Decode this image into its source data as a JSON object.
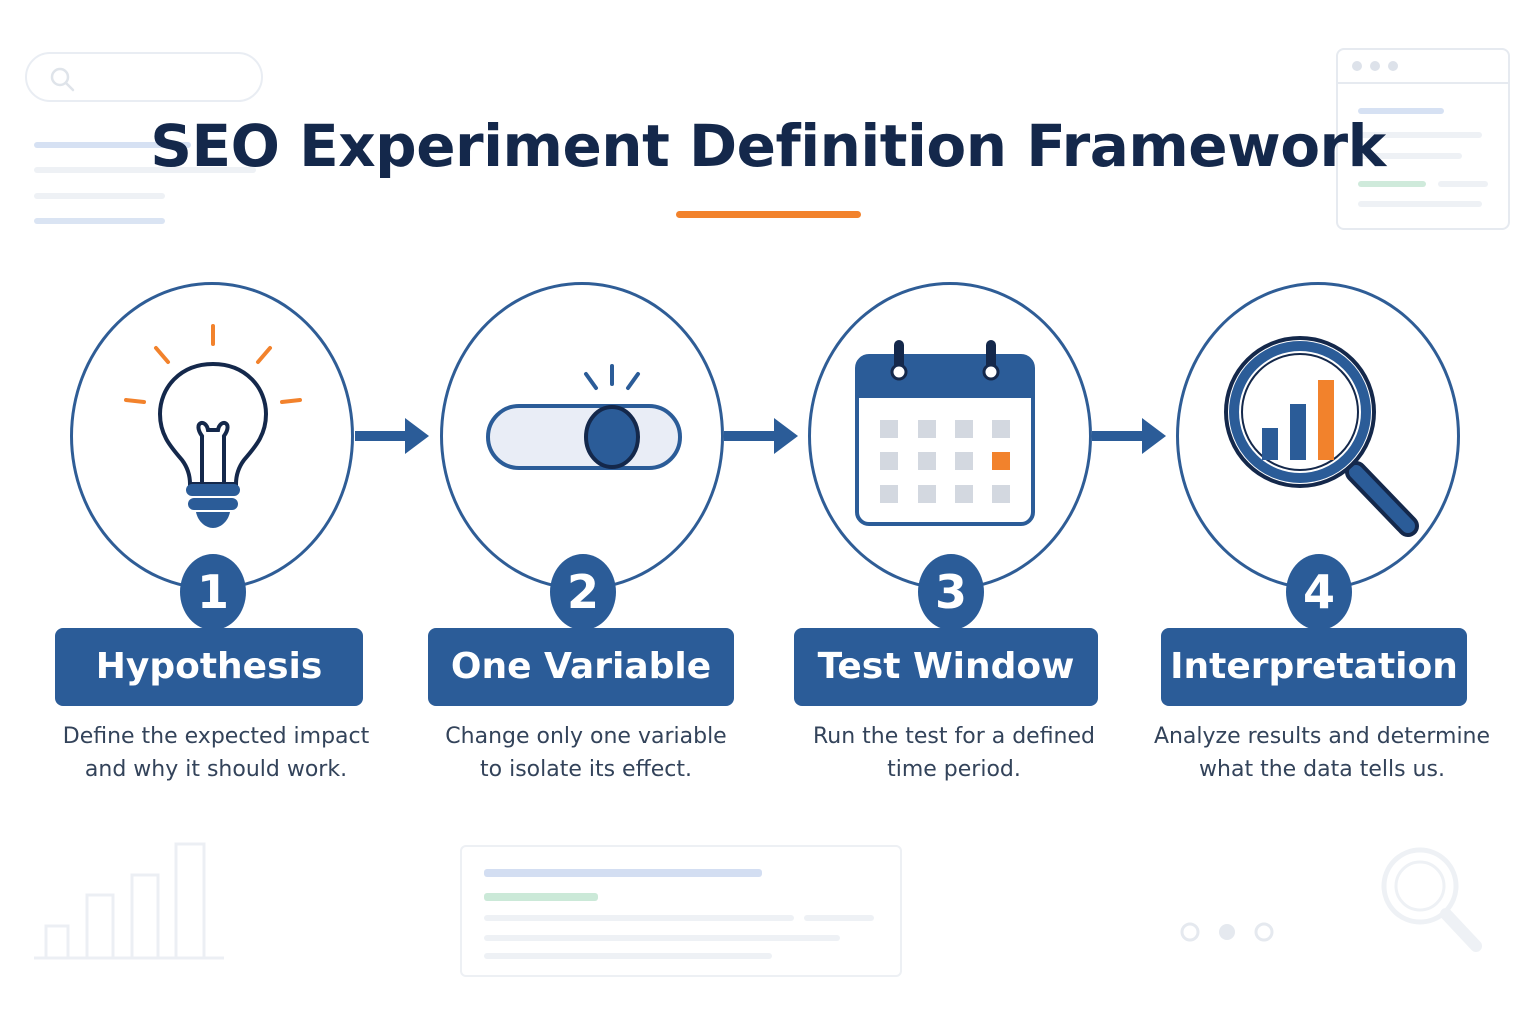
{
  "title": "SEO Experiment Definition Framework",
  "colors": {
    "primary": "#2b5c98",
    "dark": "#14284b",
    "accent": "#f2822c"
  },
  "steps": [
    {
      "number": "1",
      "label": "Hypothesis",
      "description_line1": "Define the expected impact",
      "description_line2": "and why it should work.",
      "icon": "lightbulb-icon"
    },
    {
      "number": "2",
      "label": "One Variable",
      "description_line1": "Change only one variable",
      "description_line2": "to isolate its effect.",
      "icon": "toggle-switch-icon"
    },
    {
      "number": "3",
      "label": "Test Window",
      "description_line1": "Run the test for a defined",
      "description_line2": "time period.",
      "icon": "calendar-icon"
    },
    {
      "number": "4",
      "label": "Interpretation",
      "description_line1": "Analyze results and determine",
      "description_line2": "what the data tells us.",
      "icon": "magnifier-chart-icon"
    }
  ]
}
